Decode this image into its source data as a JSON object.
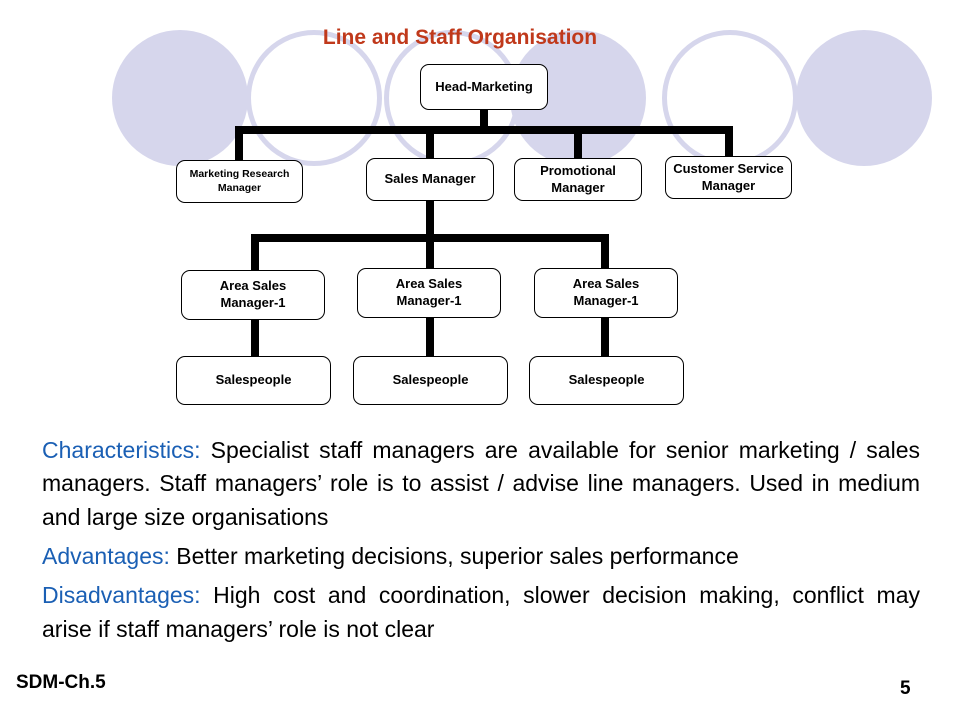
{
  "colors": {
    "title": "#c0391b",
    "label": "#1a5fb4",
    "circle": "#d6d6ec"
  },
  "title": "Line and Staff Organisation",
  "chart": {
    "head": "Head-Marketing",
    "staff": {
      "marketing_research": [
        "Marketing Research",
        "Manager"
      ],
      "sales_manager": "Sales Manager",
      "promotional": [
        "Promotional",
        "Manager"
      ],
      "customer_service": [
        "Customer Service",
        "Manager"
      ]
    },
    "area_managers": [
      [
        "Area Sales",
        "Manager-1"
      ],
      [
        "Area Sales",
        "Manager-1"
      ],
      [
        "Area Sales",
        "Manager-1"
      ]
    ],
    "salespeople": [
      "Salespeople",
      "Salespeople",
      "Salespeople"
    ]
  },
  "text": {
    "characteristics_label": "Characteristics:",
    "characteristics": "Specialist staff managers are available for senior marketing / sales managers. Staff managers’ role is to assist / advise line managers. Used in medium and large size organisations",
    "advantages_label": "Advantages:",
    "advantages": "Better marketing decisions, superior sales performance",
    "disadvantages_label": "Disadvantages:",
    "disadvantages": "High cost and coordination, slower decision making, conflict may arise if staff managers’ role is not clear"
  },
  "footer": {
    "code": "SDM-Ch.5",
    "page": "5"
  }
}
